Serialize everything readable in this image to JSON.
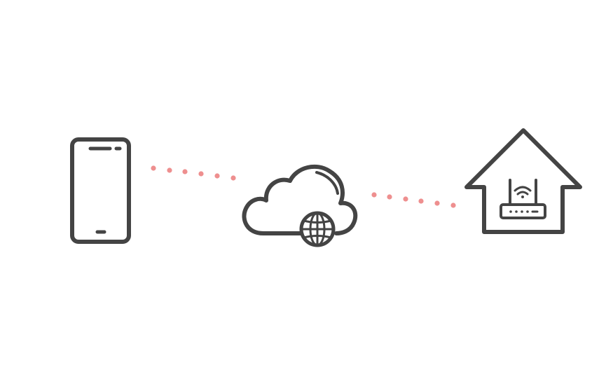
{
  "diagram": {
    "nodes": [
      {
        "id": "phone",
        "icon": "smartphone-icon"
      },
      {
        "id": "cloud",
        "icon": "cloud-globe-icon"
      },
      {
        "id": "home",
        "icon": "house-router-icon"
      }
    ],
    "connections": [
      {
        "from": "phone",
        "to": "cloud",
        "style": "dotted"
      },
      {
        "from": "cloud",
        "to": "home",
        "style": "dotted"
      }
    ]
  },
  "colors": {
    "icon_stroke": "#444444",
    "connector_dot": "#ee8f8f",
    "background": "#ffffff"
  }
}
